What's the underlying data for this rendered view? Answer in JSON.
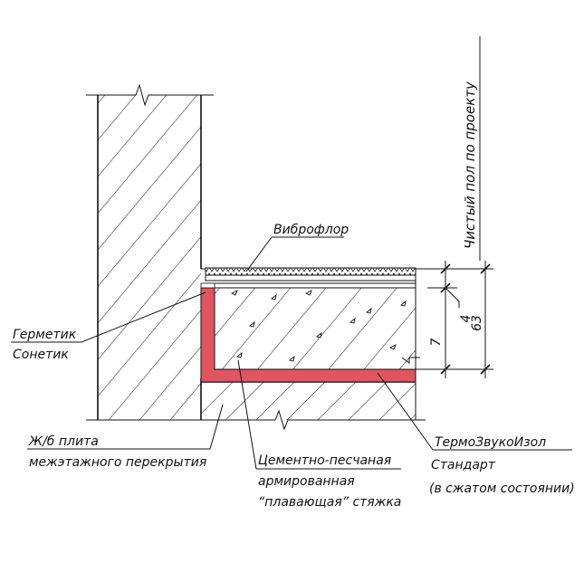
{
  "labels": {
    "vibroflor": "Виброфлор",
    "clean_floor": "Чистый пол по проекту",
    "sealant_line1": "Герметик",
    "sealant_line2": "Сонетик",
    "slab_line1": "Ж/б плита",
    "slab_line2": "межэтажного перекрытия",
    "screed_line1": "Цементно-песчаная",
    "screed_line2": "армированная",
    "screed_line3": "“плавающая” стяжка",
    "insul_line1": "ТермоЗвукоИзол",
    "insul_line2": "Стандарт",
    "insul_line3": "(в сжатом состоянии)"
  },
  "dimensions": {
    "d4": "4",
    "d7": "7",
    "d63": "63"
  },
  "colors": {
    "insulation": "#e05560",
    "line": "#111111"
  }
}
